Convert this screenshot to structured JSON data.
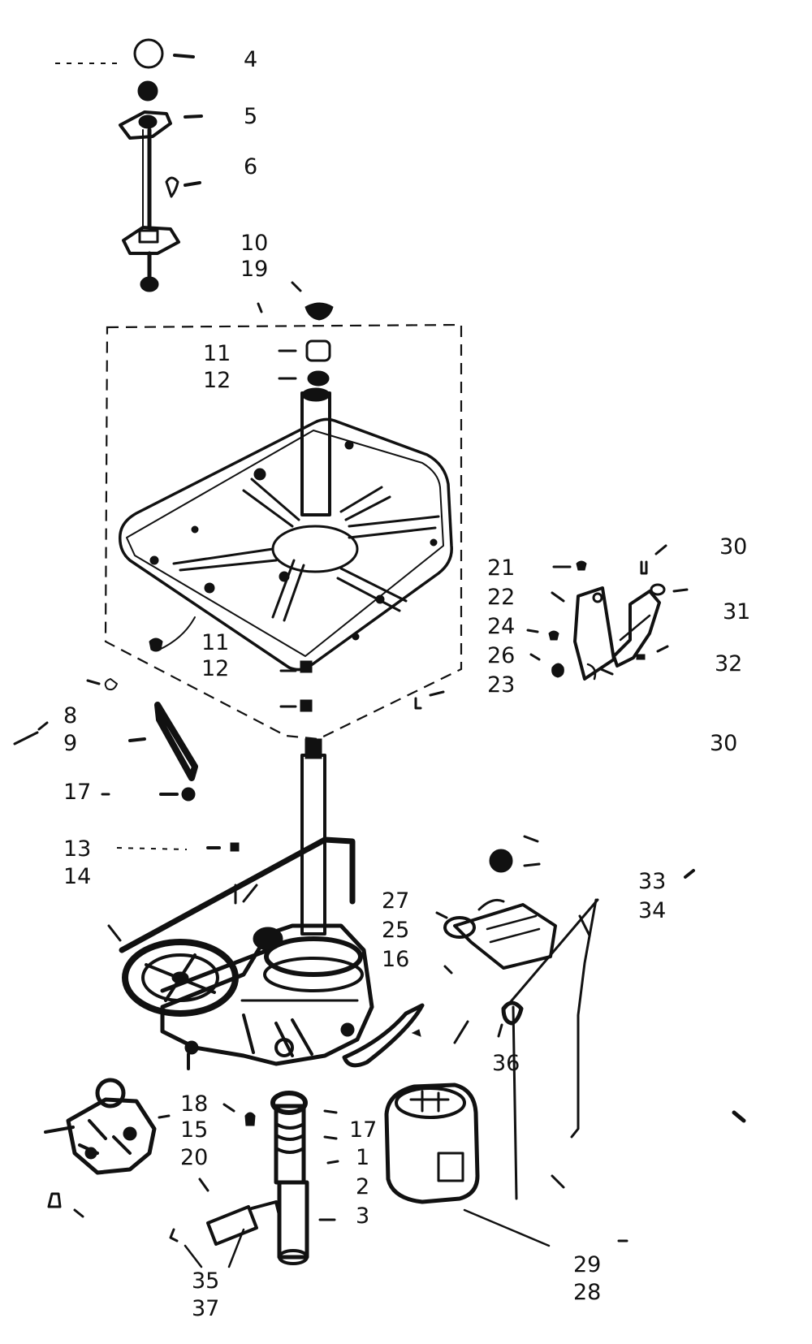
{
  "diagram": {
    "callouts": [
      {
        "id": "c4",
        "text": "4"
      },
      {
        "id": "c5",
        "text": "5"
      },
      {
        "id": "c6",
        "text": "6"
      },
      {
        "id": "c10",
        "text": "10"
      },
      {
        "id": "c19",
        "text": "19"
      },
      {
        "id": "c11a",
        "text": "11"
      },
      {
        "id": "c12a",
        "text": "12"
      },
      {
        "id": "c11b",
        "text": "11"
      },
      {
        "id": "c12b",
        "text": "12"
      },
      {
        "id": "c8",
        "text": "8"
      },
      {
        "id": "c9",
        "text": "9"
      },
      {
        "id": "c17a",
        "text": "17"
      },
      {
        "id": "c13",
        "text": "13"
      },
      {
        "id": "c14",
        "text": "14"
      },
      {
        "id": "c21",
        "text": "21"
      },
      {
        "id": "c22",
        "text": "22"
      },
      {
        "id": "c24",
        "text": "24"
      },
      {
        "id": "c26",
        "text": "26"
      },
      {
        "id": "c23",
        "text": "23"
      },
      {
        "id": "c30a",
        "text": "30"
      },
      {
        "id": "c31",
        "text": "31"
      },
      {
        "id": "c32",
        "text": "32"
      },
      {
        "id": "c30b",
        "text": "30"
      },
      {
        "id": "c33",
        "text": "33"
      },
      {
        "id": "c34",
        "text": "34"
      },
      {
        "id": "c27",
        "text": "27"
      },
      {
        "id": "c25",
        "text": "25"
      },
      {
        "id": "c16",
        "text": "16"
      },
      {
        "id": "c36",
        "text": "36"
      },
      {
        "id": "c18",
        "text": "18"
      },
      {
        "id": "c15",
        "text": "15"
      },
      {
        "id": "c20",
        "text": "20"
      },
      {
        "id": "c17b",
        "text": "17"
      },
      {
        "id": "c1",
        "text": "1"
      },
      {
        "id": "c2",
        "text": "2"
      },
      {
        "id": "c3",
        "text": "3"
      },
      {
        "id": "c35",
        "text": "35"
      },
      {
        "id": "c37",
        "text": "37"
      },
      {
        "id": "c29",
        "text": "29"
      },
      {
        "id": "c28",
        "text": "28"
      }
    ]
  }
}
